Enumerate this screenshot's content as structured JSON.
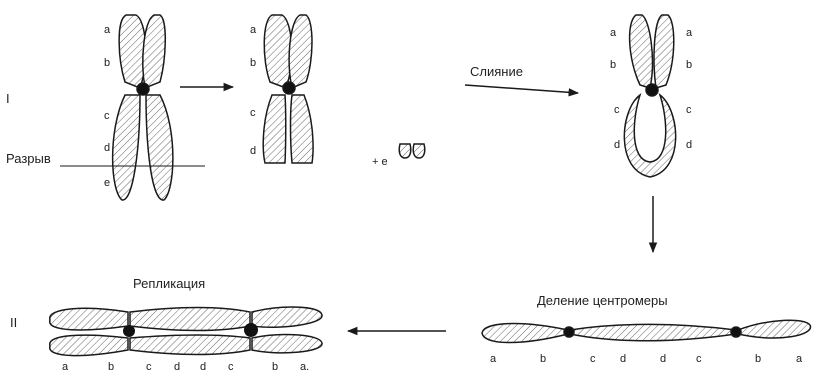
{
  "row_labels": {
    "one": "I",
    "two": "II"
  },
  "captions": {
    "break": "Разрыв",
    "fusion": "Слияние",
    "replication": "Репликация",
    "centromere_division": "Деление центромеры",
    "fragment": "+ e"
  },
  "locus_labels": {
    "chrom_original": [
      "a",
      "b",
      "c",
      "d",
      "e"
    ],
    "chrom_broken": [
      "a",
      "b",
      "c",
      "d"
    ],
    "chrom_fused_left": [
      "a",
      "b",
      "c",
      "d"
    ],
    "chrom_fused_right": [
      "a",
      "b",
      "c",
      "d"
    ],
    "dicentric_single": [
      "a",
      "b",
      "c",
      "d",
      "d",
      "c",
      "b",
      "a"
    ],
    "dicentric_replicated": [
      "a",
      "b",
      "c",
      "d",
      "d",
      "c",
      "b",
      "a."
    ]
  },
  "colors": {
    "ink": "#1a1a1a",
    "fill": "#ffffff",
    "hatch": "#555555"
  }
}
